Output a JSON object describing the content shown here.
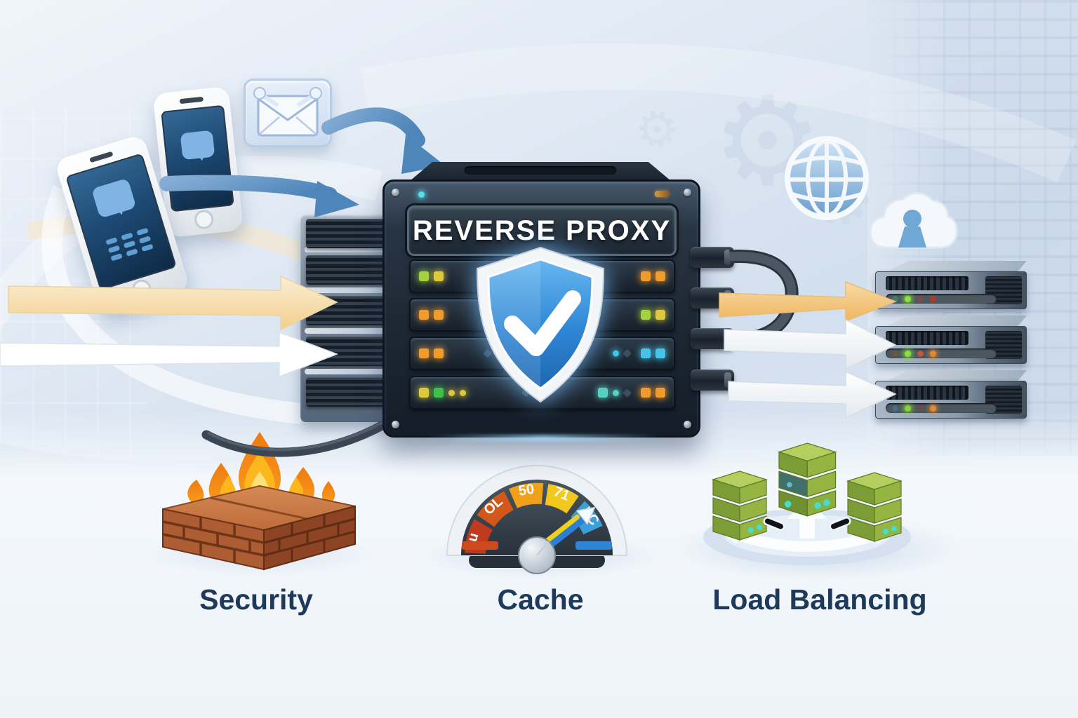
{
  "illustration": {
    "proxy_title": "REVERSE PROXY",
    "labels": {
      "security": "Security",
      "cache": "Cache",
      "load_balancing": "Load Balancing"
    },
    "gauge_segment_labels": [
      "u",
      "OL",
      "50",
      "71",
      "LC"
    ],
    "icons": [
      "smartphone-icon",
      "chat-bubble-icon",
      "email-icon",
      "curved-arrow-icon",
      "request-arrow-icon",
      "server-tower-icon",
      "reverse-proxy-server-icon",
      "shield-check-icon",
      "cable-plug-icon",
      "backend-server-icon",
      "globe-icon",
      "cloud-upload-icon",
      "gear-icon",
      "firewall-brick-icon",
      "flame-icon",
      "speedometer-icon",
      "load-balancer-cubes-icon"
    ],
    "palette": {
      "background_blue": "#dce6f2",
      "panel_dark": "#242f3c",
      "shield_blue": "#2e86d4",
      "arrow_blue": "#5b93c6",
      "arrow_yellow": "#f3d79f",
      "led_orange": "#f29b2d",
      "led_green": "#9ccf3a",
      "led_cyan": "#46c3e8",
      "flame_orange": "#f39015",
      "brick_red": "#ad5d33",
      "cube_green": "#8fb23e",
      "label_navy": "#1d3a5a"
    }
  }
}
